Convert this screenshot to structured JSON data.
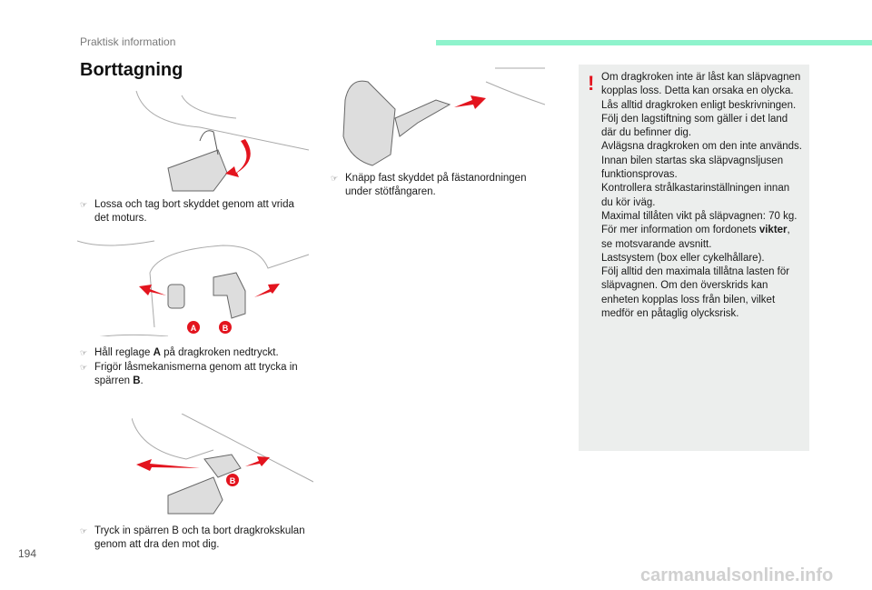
{
  "header": {
    "section": "Praktisk information"
  },
  "title": "Borttagning",
  "steps": {
    "s1": "Lossa och tag bort skyddet genom att vrida det moturs.",
    "s2_pre": "Håll reglage ",
    "s2_bold": "A",
    "s2_post": " på dragkroken nedtryckt.",
    "s3_pre": "Frigör låsmekanismerna genom att trycka in spärren ",
    "s3_bold": "B",
    "s3_post": ".",
    "s4": "Tryck in spärren B och ta bort dragkrokskulan genom att dra den mot dig.",
    "s5": "Knäpp fast skyddet på fästanordningen under stötfångaren."
  },
  "labels": {
    "a": "A",
    "b": "B"
  },
  "warning": {
    "icon": "exclamation-icon",
    "lines": [
      "Om dragkroken inte är låst kan släpvagnen kopplas loss. Detta kan orsaka en olycka.",
      "Lås alltid dragkroken enligt beskrivningen.",
      "Följ den lagstiftning som gäller i det land där du befinner dig.",
      "Avlägsna dragkroken om den inte används.",
      "Innan bilen startas ska släpvagnsljusen funktionsprovas.",
      "Kontrollera strålkastarinställningen innan du kör iväg.",
      "Maximal tillåten vikt på släpvagnen: 70 kg."
    ],
    "weights_pre": "För mer information om fordonets ",
    "weights_bold": "vikter",
    "weights_post": ", se motsvarande avsnitt.",
    "lines2": [
      "Lastsystem (box eller cykelhållare).",
      "Följ alltid den maximala tillåtna lasten för släpvagnen. Om den överskrids kan enheten kopplas loss från bilen, vilket medför en påtaglig olycksrisk."
    ]
  },
  "page_number": "194",
  "watermark": "carmanualsonline.info",
  "colors": {
    "accent": "#8ef3cc",
    "warning": "#e3141e",
    "box": "#eceeed"
  }
}
